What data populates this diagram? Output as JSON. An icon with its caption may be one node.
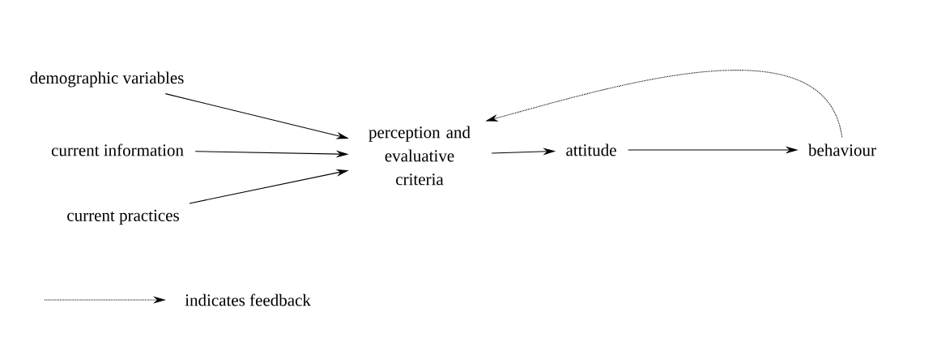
{
  "diagram": {
    "nodes": [
      {
        "text": [
          "demographic variables"
        ]
      },
      {
        "text": [
          "current information"
        ]
      },
      {
        "text": [
          "current practices"
        ]
      },
      {
        "text": [
          "perception and evaluative criteria"
        ]
      },
      {
        "text": [
          "attitude"
        ]
      },
      {
        "text": [
          "behaviour"
        ]
      }
    ],
    "edges": [
      {
        "from": 0,
        "to": 3,
        "arrow": "to"
      },
      {
        "from": 1,
        "to": 3,
        "arrow": "to"
      },
      {
        "from": 2,
        "to": 3,
        "arrow": "to"
      },
      {
        "from": 3,
        "to": 4,
        "arrow": "to"
      },
      {
        "from": 4,
        "to": 5,
        "arrow": "to"
      },
      {
        "from": 5,
        "to": 3,
        "arrow": "to",
        "style": "dashed"
      }
    ],
    "legend": [
      {
        "text": "indicates feedback"
      }
    ]
  }
}
